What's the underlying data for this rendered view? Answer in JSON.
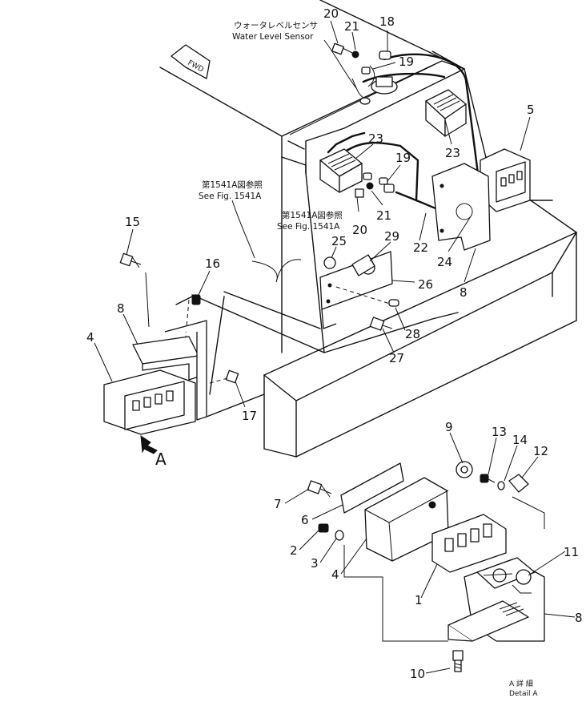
{
  "labels": {
    "water_level_sensor_jp": "ウォータレベルセンサ",
    "water_level_sensor_en": "Water Level Sensor",
    "see_fig_jp_1": "第1541A図参照",
    "see_fig_en_1": "See Fig. 1541A",
    "see_fig_jp_2": "第1541A図参照",
    "see_fig_en_2": "See Fig. 1541A",
    "fwd": "FWD",
    "view_a": "A",
    "detail_a_jp": "A 詳 細",
    "detail_a_en": "Detail A"
  },
  "callouts": {
    "c20a": "20",
    "c21a": "21",
    "c18": "18",
    "c19a": "19",
    "c23a": "23",
    "c23b": "23",
    "c5": "5",
    "c19b": "19",
    "c21b": "21",
    "c20b": "20",
    "c22": "22",
    "c24": "24",
    "c8a": "8",
    "c15": "15",
    "c16": "16",
    "c25": "25",
    "c29": "29",
    "c26": "26",
    "c28": "28",
    "c27": "27",
    "c8b": "8",
    "c4a": "4",
    "c17": "17",
    "c9": "9",
    "c13": "13",
    "c14": "14",
    "c12": "12",
    "c7": "7",
    "c6": "6",
    "c2": "2",
    "c3": "3",
    "c4b": "4",
    "c1": "1",
    "c11": "11",
    "c8c": "8",
    "c10": "10"
  }
}
